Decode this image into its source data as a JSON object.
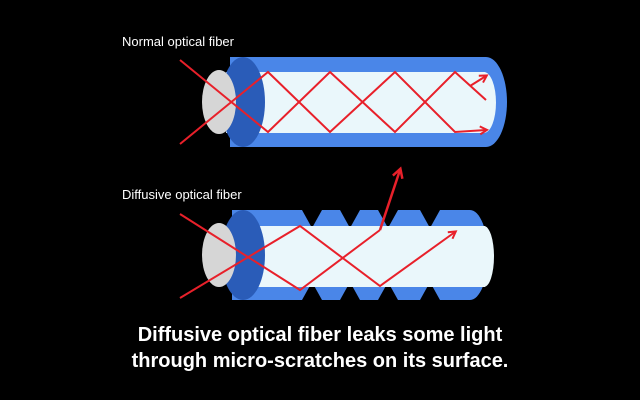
{
  "labels": {
    "normal": "Normal optical fiber",
    "diffusive": "Diffusive optical fiber"
  },
  "caption": {
    "line1": "Diffusive optical fiber leaks some light",
    "line2": "through micro-scratches on its surface."
  },
  "colors": {
    "background": "#000000",
    "cladding": "#4a86e8",
    "cladding_dark": "#2a5cb8",
    "core": "#eaf7fb",
    "end_face": "#d6d6d6",
    "light_ray": "#e8202a",
    "text": "#ffffff"
  }
}
